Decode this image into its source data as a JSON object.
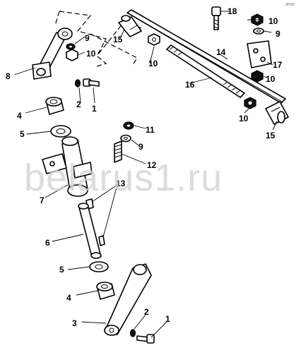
{
  "watermark": "belarus1.ru",
  "corner_code": "4P/30",
  "part_numbers": [
    {
      "id": "callout-1-top",
      "text": "1"
    },
    {
      "id": "callout-2-top",
      "text": "2"
    },
    {
      "id": "callout-3",
      "text": "3"
    },
    {
      "id": "callout-4-top",
      "text": "4"
    },
    {
      "id": "callout-4-bottom",
      "text": "4"
    },
    {
      "id": "callout-5-top",
      "text": "5"
    },
    {
      "id": "callout-5-bottom",
      "text": "5"
    },
    {
      "id": "callout-6",
      "text": "6"
    },
    {
      "id": "callout-7",
      "text": "7"
    },
    {
      "id": "callout-8",
      "text": "8"
    },
    {
      "id": "callout-9-left",
      "text": "9"
    },
    {
      "id": "callout-9-mid",
      "text": "9"
    },
    {
      "id": "callout-9-right",
      "text": "9"
    },
    {
      "id": "callout-10-left",
      "text": "10"
    },
    {
      "id": "callout-10-center",
      "text": "10"
    },
    {
      "id": "callout-10-top-right",
      "text": "10"
    },
    {
      "id": "callout-10-right",
      "text": "10"
    },
    {
      "id": "callout-10-bottom-right",
      "text": "10"
    },
    {
      "id": "callout-11",
      "text": "11"
    },
    {
      "id": "callout-12",
      "text": "12"
    },
    {
      "id": "callout-13",
      "text": "13"
    },
    {
      "id": "callout-14",
      "text": "14"
    },
    {
      "id": "callout-15-left",
      "text": "15"
    },
    {
      "id": "callout-15-right",
      "text": "15"
    },
    {
      "id": "callout-16",
      "text": "16"
    },
    {
      "id": "callout-17",
      "text": "17"
    },
    {
      "id": "callout-18",
      "text": "18"
    },
    {
      "id": "callout-1-bottom",
      "text": "1"
    },
    {
      "id": "callout-2-bottom",
      "text": "2"
    }
  ]
}
